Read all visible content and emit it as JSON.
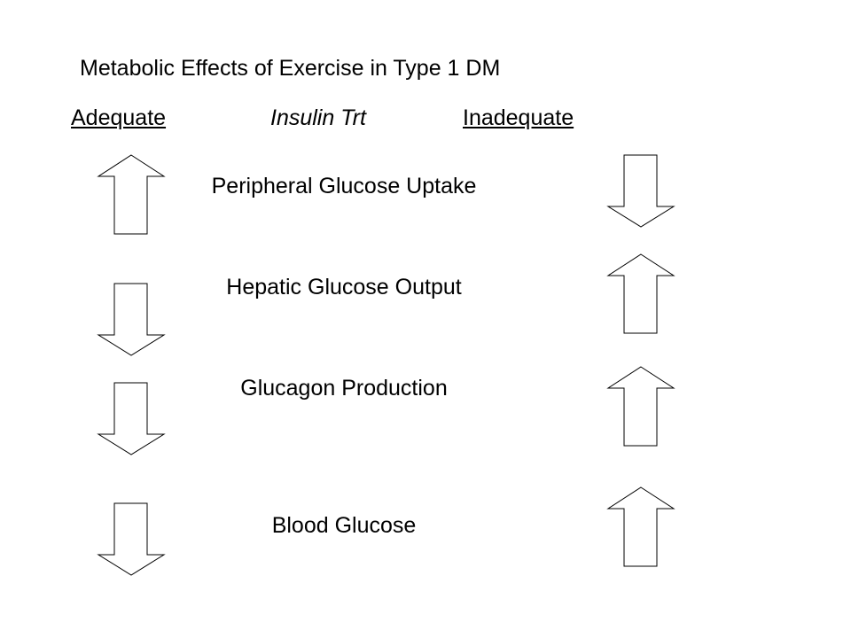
{
  "slide": {
    "title": "Metabolic Effects of Exercise in Type 1 DM",
    "columns": {
      "left": "Adequate",
      "middle": "Insulin Trt",
      "right": "Inadequate"
    },
    "rows": [
      {
        "label": "Peripheral Glucose Uptake",
        "adequate": "up",
        "inadequate": "down"
      },
      {
        "label": "Hepatic Glucose Output",
        "adequate": "down",
        "inadequate": "up"
      },
      {
        "label": "Glucagon Production",
        "adequate": "down",
        "inadequate": "up"
      },
      {
        "label": "Blood Glucose",
        "adequate": "down",
        "inadequate": "up"
      }
    ]
  }
}
